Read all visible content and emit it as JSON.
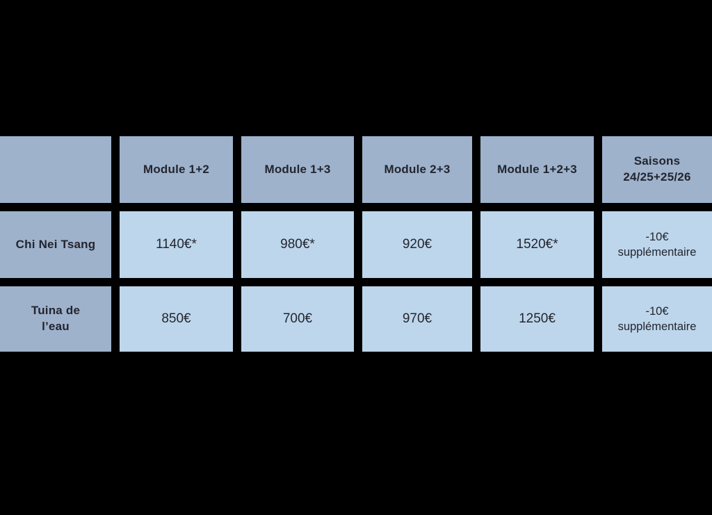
{
  "colors": {
    "page_background": "#000000",
    "header_cell_background": "#9EB2CC",
    "value_cell_background": "#BDD6EC",
    "text": "#23252E"
  },
  "chart_data": {
    "type": "table",
    "title": "",
    "columns": [
      "",
      "Module 1+2",
      "Module 1+3",
      "Module 2+3",
      "Module 1+2+3",
      "Saisons\n24/25+25/26"
    ],
    "rows": [
      {
        "label": "Chi Nei Tsang",
        "values": [
          "1140€*",
          "980€*",
          "920€",
          "1520€*",
          "-10€\nsupplémentaire"
        ]
      },
      {
        "label": "Tuina de\nl’eau",
        "values": [
          "850€",
          "700€",
          "970€",
          "1250€",
          "-10€\nsupplémentaire"
        ]
      }
    ]
  }
}
